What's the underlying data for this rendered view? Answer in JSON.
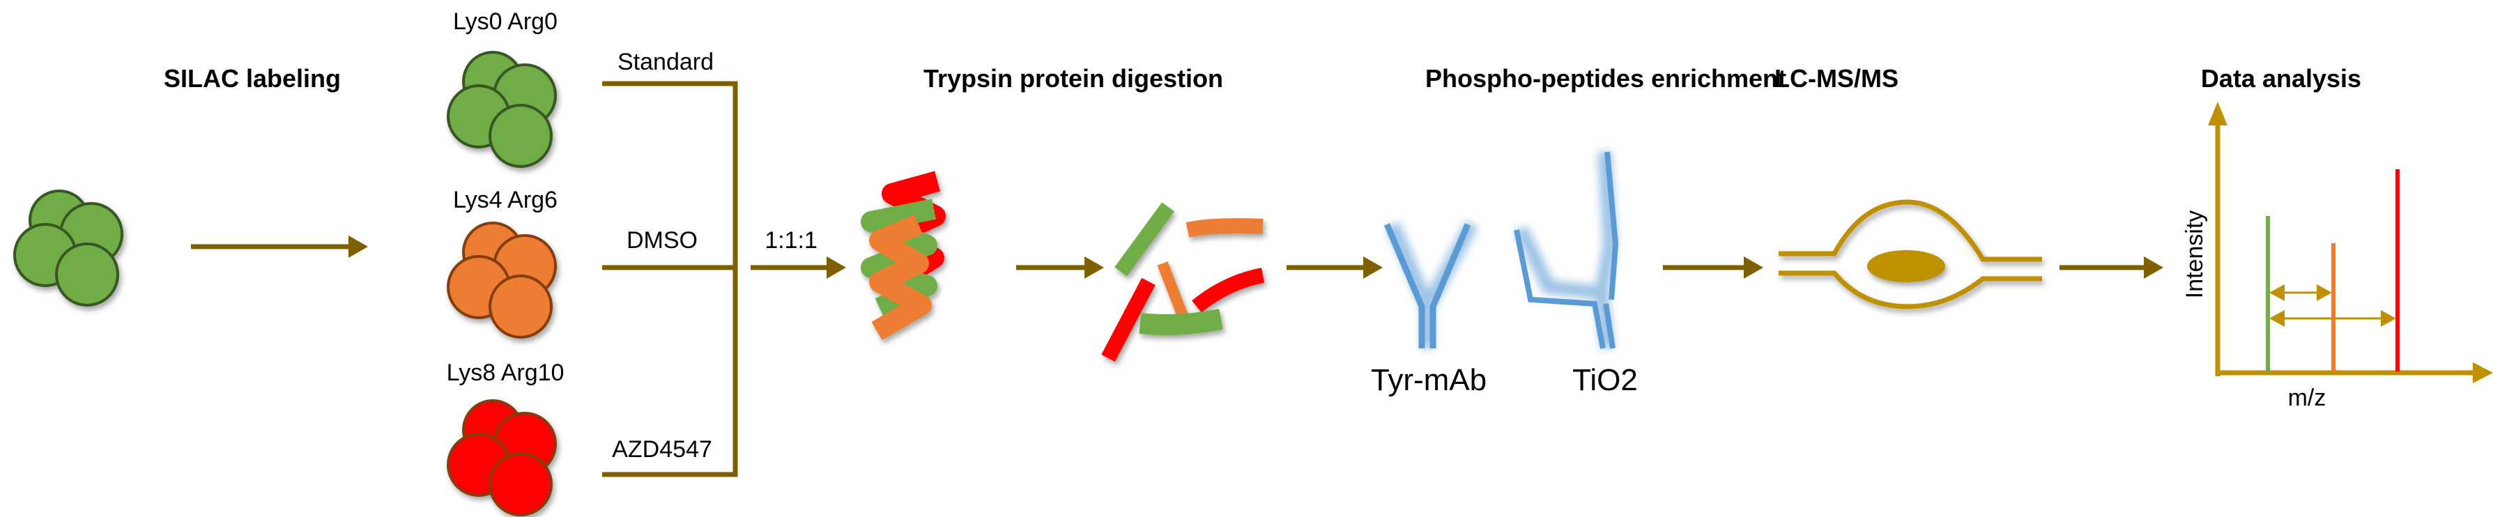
{
  "steps": {
    "silac": "SILAC labeling",
    "digestion": "Trypsin protein digestion",
    "enrichment": "Phospho-peptides enrichment",
    "lcms": "LC-MS/MS",
    "analysis": "Data analysis"
  },
  "labels": [
    {
      "isotope": "Lys0 Arg0",
      "condition": "Standard",
      "color": "#70ad47"
    },
    {
      "isotope": "Lys4 Arg6",
      "condition": "DMSO",
      "color": "#ed7d31"
    },
    {
      "isotope": "Lys8 Arg10",
      "condition": "AZD4547",
      "color": "#ff0000"
    }
  ],
  "mix_ratio": "1:1:1",
  "enrichment_methods": [
    "Tyr-mAb",
    "TiO2"
  ],
  "spectrum": {
    "ylabel": "Intensity",
    "xlabel": "m/z"
  },
  "colors": {
    "arrow": "#7f6000",
    "axis": "#bf9000",
    "antibody": "#5b9bd5"
  }
}
